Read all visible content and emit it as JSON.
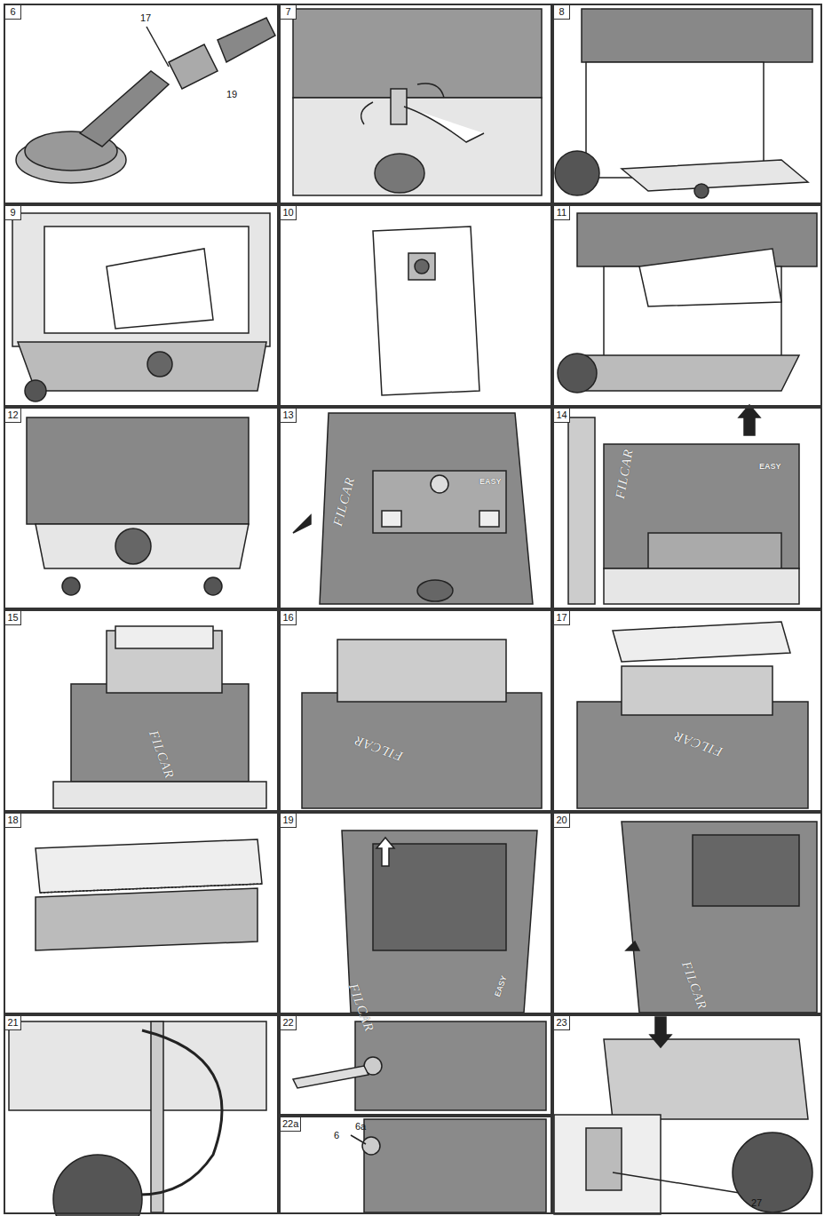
{
  "diagram": {
    "nodes": [
      {
        "text": [
          "6"
        ]
      },
      {
        "text": [
          "7"
        ]
      },
      {
        "text": [
          "8"
        ]
      },
      {
        "text": [
          "9"
        ]
      },
      {
        "text": [
          "10"
        ]
      },
      {
        "text": [
          "11"
        ]
      },
      {
        "text": [
          "12"
        ]
      },
      {
        "text": [
          "13"
        ]
      },
      {
        "text": [
          "14"
        ]
      },
      {
        "text": [
          "15"
        ]
      },
      {
        "text": [
          "16"
        ]
      },
      {
        "text": [
          "17"
        ]
      },
      {
        "text": [
          "18"
        ]
      },
      {
        "text": [
          "19"
        ]
      },
      {
        "text": [
          "20"
        ]
      },
      {
        "text": [
          "21"
        ]
      },
      {
        "text": [
          "22"
        ]
      },
      {
        "text": [
          "22a"
        ]
      },
      {
        "text": [
          "23"
        ]
      }
    ],
    "labels": [
      "17",
      "19",
      "FILCAR",
      "EASY",
      "FILCAR",
      "EASY",
      "FILCAR",
      "FILCAR",
      "FILCAR",
      "FILCAR",
      "EASY",
      "FILCAR",
      "6a",
      "6",
      "27"
    ]
  }
}
